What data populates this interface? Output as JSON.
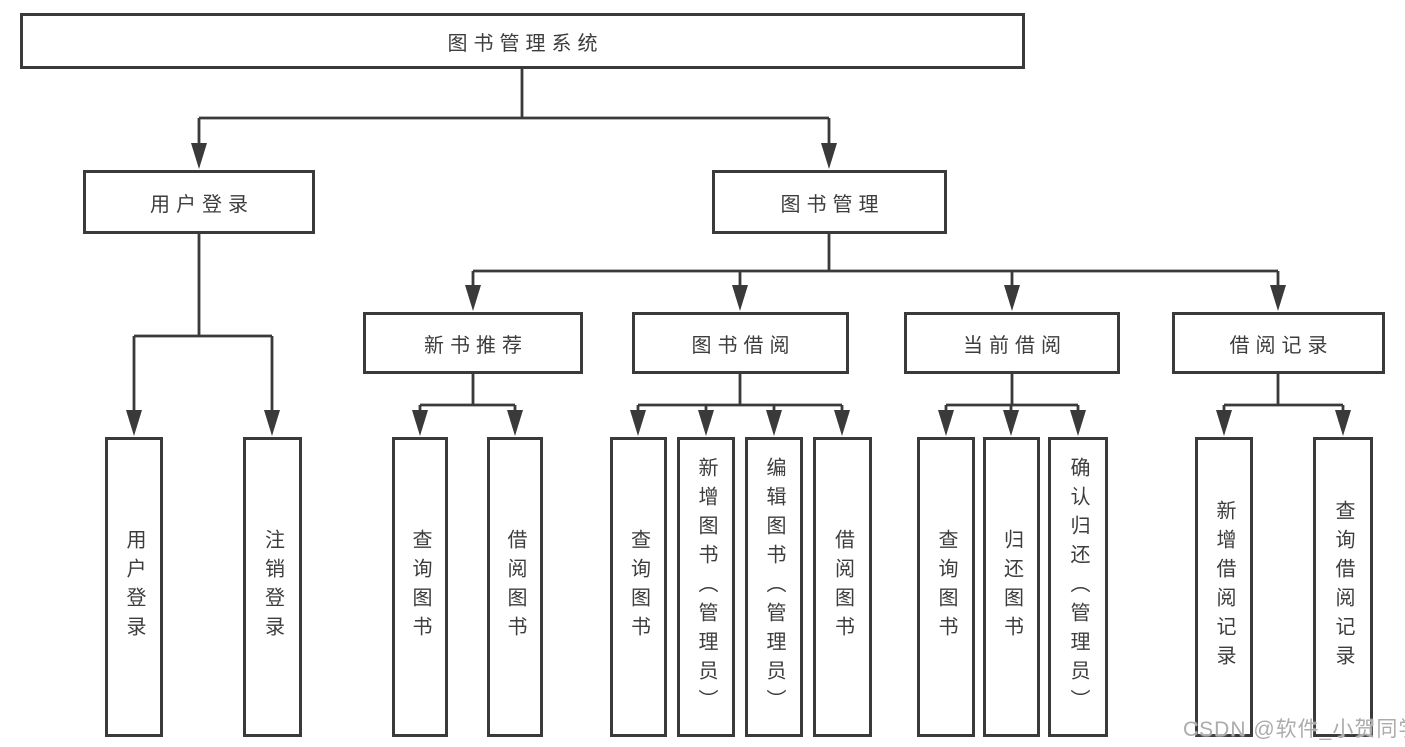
{
  "diagram": {
    "type": "hierarchy-tree",
    "colors": {
      "line": "#3a3a3a",
      "box_border": "#3a3a3a",
      "box_fill": "#ffffff",
      "text": "#3d3d3d",
      "watermark": "#a8a8a8"
    }
  },
  "tree": {
    "label": "图书管理系统",
    "children": [
      {
        "label": "用户登录",
        "children": [
          {
            "label": "用户登录"
          },
          {
            "label": "注销登录"
          }
        ]
      },
      {
        "label": "图书管理",
        "children": [
          {
            "label": "新书推荐",
            "children": [
              {
                "label": "查询图书"
              },
              {
                "label": "借阅图书"
              }
            ]
          },
          {
            "label": "图书借阅",
            "children": [
              {
                "label": "查询图书"
              },
              {
                "label": "新增图书（管理员）"
              },
              {
                "label": "编辑图书（管理员）"
              },
              {
                "label": "借阅图书"
              }
            ]
          },
          {
            "label": "当前借阅",
            "children": [
              {
                "label": "查询图书"
              },
              {
                "label": "归还图书"
              },
              {
                "label": "确认归还（管理员）"
              }
            ]
          },
          {
            "label": "借阅记录",
            "children": [
              {
                "label": "新增借阅记录"
              },
              {
                "label": "查询借阅记录"
              }
            ]
          }
        ]
      }
    ]
  },
  "watermark": "CSDN @软件_小贺同学"
}
